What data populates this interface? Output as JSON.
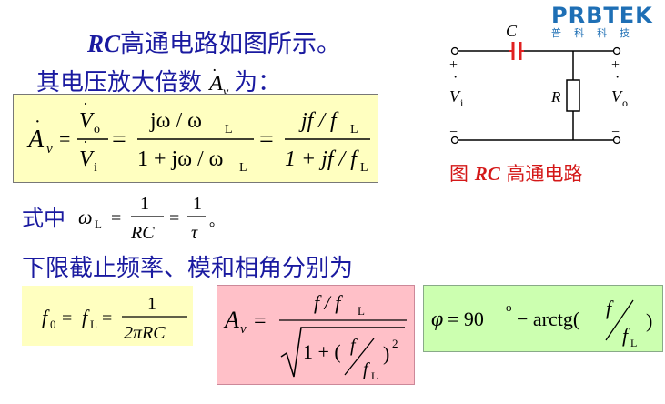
{
  "slide": {
    "title_rc": "RC",
    "title_rest": "高通电路如图所示。",
    "gain_intro": "其电压放大倍数",
    "gain_symbol": "A",
    "gain_subscript": "v",
    "gain_suffix": "为：",
    "where_prefix": "式中",
    "section_heading": "下限截止频率、模和相角分别为"
  },
  "logo": {
    "brand": "PRBTEK",
    "tagline": "普科科技"
  },
  "circuit": {
    "cap_label": "C",
    "res_label": "R",
    "input_label": "V",
    "input_sub": "i",
    "output_label": "V",
    "output_sub": "o",
    "plus": "+",
    "minus": "−",
    "caption_prefix": "图",
    "caption_rc": "RC",
    "caption_suffix": "高通电路"
  },
  "formulas": {
    "eq_main_lhs": "A",
    "eq_main_lhs_sub": "v",
    "frac1_num": "V",
    "frac1_num_sub": "o",
    "frac1_den": "V",
    "frac1_den_sub": "i",
    "frac2_num": "jω / ω",
    "frac2_num_sub": "L",
    "frac2_den": "1 + jω / ω",
    "frac2_den_sub": "L",
    "frac3_num": "jf / f",
    "frac3_num_sub": "L",
    "frac3_den": "1 + jf / f",
    "frac3_den_sub": "L",
    "omega_lhs": "ω",
    "omega_sub": "L",
    "omega_frac1_num": "1",
    "omega_frac1_den": "RC",
    "omega_frac2_num": "1",
    "omega_frac2_den": "τ",
    "omega_end": "。",
    "f0_lhs": "f",
    "f0_sub": "0",
    "fL": "f",
    "fL_sub": "L",
    "f0_num": "1",
    "f0_den": "2πRC",
    "mag_lhs": "A",
    "mag_sub": "v",
    "mag_num": "f / f",
    "mag_num_sub": "L",
    "mag_den_one": "1 + (",
    "mag_den_f": "f",
    "mag_den_fL": "f",
    "mag_den_fL_sub": "L",
    "mag_den_close": ")",
    "mag_den_exp": "2",
    "phase_lhs": "φ",
    "phase_eq": "= 90",
    "phase_deg": "o",
    "phase_rest": "− arctg(",
    "phase_f": "f",
    "phase_fL": "f",
    "phase_fL_sub": "L",
    "phase_close": ")"
  },
  "colors": {
    "heading": "#1a1aa0",
    "caption": "#d41818",
    "logo": "#1e6fb5",
    "capacitor": "#e02020",
    "box_yellow": "#ffffc0",
    "box_pink": "#ffc0c8",
    "box_green": "#ccffb0"
  }
}
